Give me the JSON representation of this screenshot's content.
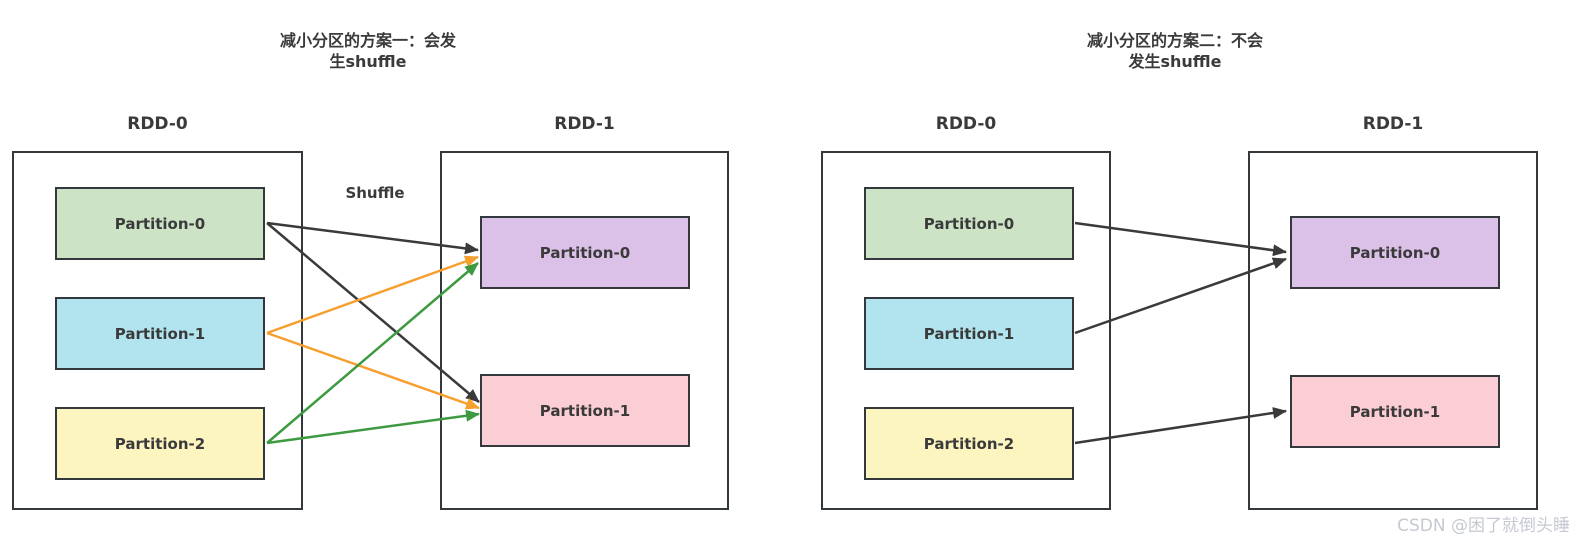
{
  "watermark": {
    "text": "CSDN @困了就倒头睡",
    "color": "#c5c9d1"
  },
  "colors": {
    "box_border": "#33383c",
    "partition_green": "#cde3c6",
    "partition_blue": "#b2e4ef",
    "partition_yellow": "#fcf5c0",
    "partition_purple": "#dbc0e8",
    "partition_pink": "#fbcdd4",
    "arrow_black": "#3a3a3a",
    "arrow_orange": "#f79f2e",
    "arrow_green": "#3e9a41",
    "title_text": "#3a3a3a"
  },
  "left_diagram": {
    "title_line1": "减小分区的方案一：会发",
    "title_line2": "生shuffle",
    "shuffle_label": "Shuffle",
    "rdd0": {
      "name": "RDD-0",
      "partitions": [
        "Partition-0",
        "Partition-1",
        "Partition-2"
      ]
    },
    "rdd1": {
      "name": "RDD-1",
      "partitions": [
        "Partition-0",
        "Partition-1"
      ]
    },
    "edges": [
      {
        "from": "RDD-0/Partition-0",
        "to": "RDD-1/Partition-0",
        "color": "black"
      },
      {
        "from": "RDD-0/Partition-0",
        "to": "RDD-1/Partition-1",
        "color": "black"
      },
      {
        "from": "RDD-0/Partition-1",
        "to": "RDD-1/Partition-0",
        "color": "orange"
      },
      {
        "from": "RDD-0/Partition-1",
        "to": "RDD-1/Partition-1",
        "color": "orange"
      },
      {
        "from": "RDD-0/Partition-2",
        "to": "RDD-1/Partition-0",
        "color": "green"
      },
      {
        "from": "RDD-0/Partition-2",
        "to": "RDD-1/Partition-1",
        "color": "green"
      }
    ]
  },
  "right_diagram": {
    "title_line1": "减小分区的方案二：不会",
    "title_line2": "发生shuffle",
    "rdd0": {
      "name": "RDD-0",
      "partitions": [
        "Partition-0",
        "Partition-1",
        "Partition-2"
      ]
    },
    "rdd1": {
      "name": "RDD-1",
      "partitions": [
        "Partition-0",
        "Partition-1"
      ]
    },
    "edges": [
      {
        "from": "RDD-0/Partition-0",
        "to": "RDD-1/Partition-0",
        "color": "black"
      },
      {
        "from": "RDD-0/Partition-1",
        "to": "RDD-1/Partition-0",
        "color": "black"
      },
      {
        "from": "RDD-0/Partition-2",
        "to": "RDD-1/Partition-1",
        "color": "black"
      }
    ]
  }
}
